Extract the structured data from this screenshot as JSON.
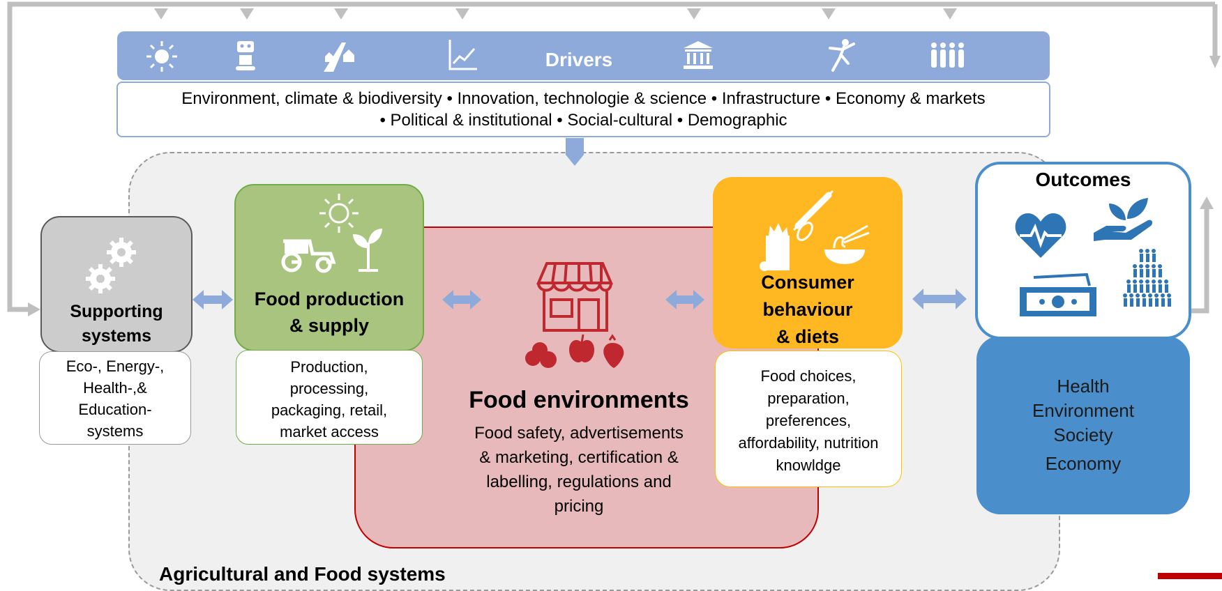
{
  "drivers": {
    "title": "Drivers",
    "list_line1": "Environment, climate & biodiversity • Innovation, technologie & science • Infrastructure  • Economy & markets",
    "list_line2": "• Political & institutional • Social-cultural • Demographic",
    "icons": [
      "sun-icon",
      "robot-icon",
      "road-houses-icon",
      "line-chart-icon",
      "institution-icon",
      "dancer-icon",
      "people-group-icon"
    ]
  },
  "supporting": {
    "title_line1": "Supporting",
    "title_line2": "systems",
    "text_line1": "Eco-, Energy-,",
    "text_line2": "Health-,&",
    "text_line3": "Education-",
    "text_line4": "systems",
    "icon": "gears-icon"
  },
  "production": {
    "title_line1": "Food production",
    "title_line2": "& supply",
    "text_line1": "Production,",
    "text_line2": "processing,",
    "text_line3": "packaging, retail,",
    "text_line4": "market access",
    "icons": [
      "sun-icon",
      "tractor-icon",
      "plant-icon"
    ]
  },
  "environments": {
    "title": "Food environments",
    "text_line1": "Food safety, advertisements",
    "text_line2": "& marketing, certification &",
    "text_line3": "labelling, regulations and",
    "text_line4": "pricing",
    "icons": [
      "shop-icon",
      "fruit-icon"
    ]
  },
  "consumer": {
    "title_line1": "Consumer",
    "title_line2": "behaviour",
    "title_line3": "& diets",
    "text_line1": "Food choices,",
    "text_line2": "preparation,",
    "text_line3": "preferences,",
    "text_line4": "affordability, nutrition",
    "text_line5": "knowldge",
    "icons": [
      "grocery-bag-icon",
      "rolling-pin-icon",
      "noodle-bowl-icon"
    ]
  },
  "outcomes": {
    "title": "Outcomes",
    "items": [
      "Health",
      "Environment",
      "Society",
      "Economy"
    ],
    "icons": [
      "heart-pulse-icon",
      "hand-plant-icon",
      "money-icon",
      "population-icon"
    ]
  },
  "system_label": "Agricultural and Food systems",
  "colors": {
    "drivers": "#8eaadb",
    "supporting": "#cccccc",
    "production": "#a9c47f",
    "environment": "#e8b9bb",
    "environment_border": "#c00000",
    "consumer": "#ffb822",
    "outcomes": "#4a8fcc",
    "feedback_loop": "#bfbfbf"
  }
}
